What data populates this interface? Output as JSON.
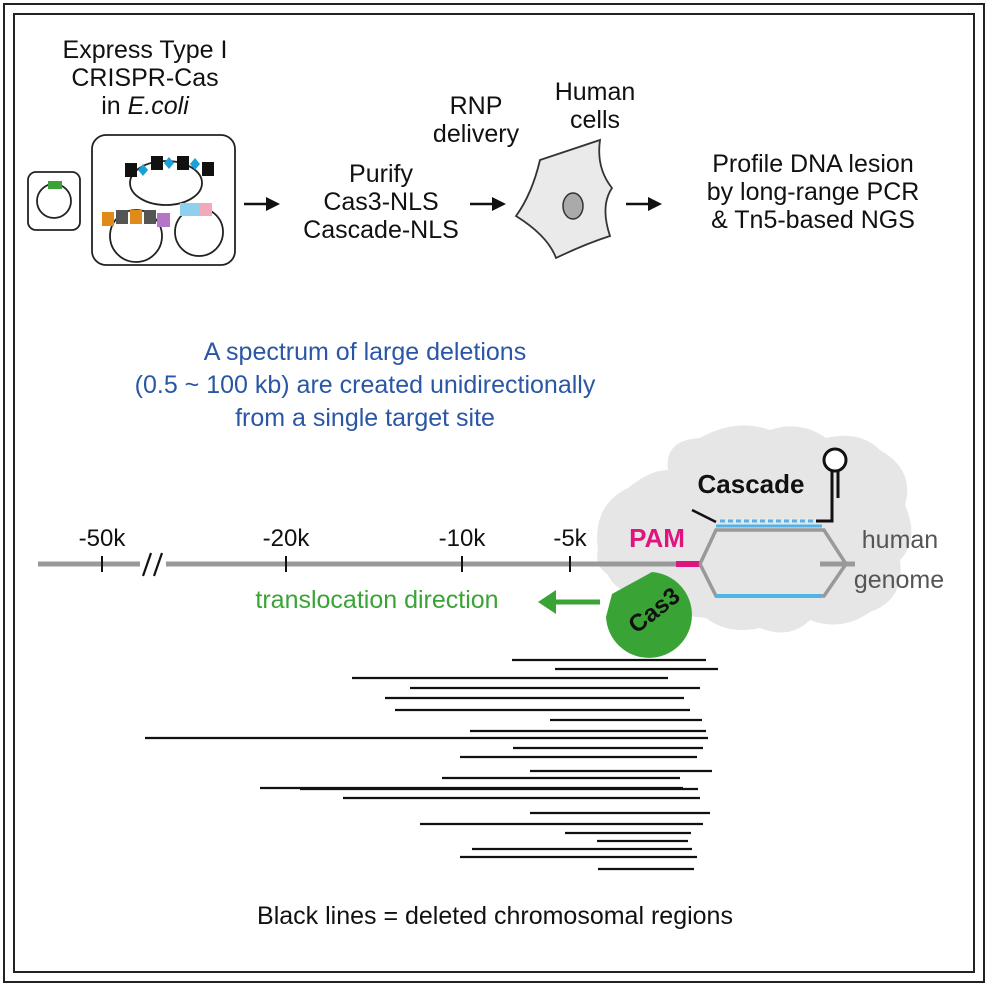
{
  "steps": {
    "express": {
      "line1": "Express Type I",
      "line2": "CRISPR-Cas",
      "line3_prefix": "in ",
      "line3_italic": "E.coli"
    },
    "purify": {
      "line1": "Purify",
      "line2": "Cas3-NLS",
      "line3": "Cascade-NLS"
    },
    "rnp": {
      "line1": "RNP",
      "line2": "delivery"
    },
    "human_cells": {
      "line1": "Human",
      "line2": "cells"
    },
    "profile": {
      "line1": "Profile DNA lesion",
      "line2": "by long-range PCR",
      "line3": "& Tn5-based NGS"
    }
  },
  "summary": {
    "line1": "A spectrum of large deletions",
    "line2": "(0.5 ~ 100 kb) are created unidirectionally",
    "line3": "from a single target site"
  },
  "axis_ticks": [
    "-50k",
    "-20k",
    "-10k",
    "-5k"
  ],
  "labels": {
    "pam": "PAM",
    "cascade": "Cascade",
    "cas3": "Cas3",
    "human": "human",
    "genome": "genome",
    "translocation": "translocation direction",
    "legend": "Black lines = deleted chromosomal regions"
  },
  "colors": {
    "pam": "#e0147e",
    "cas3": "#3aa335",
    "summary_text": "#2a56a6",
    "rna_strand": "#52b3e6",
    "complex_fill": "#e6e6e6"
  }
}
